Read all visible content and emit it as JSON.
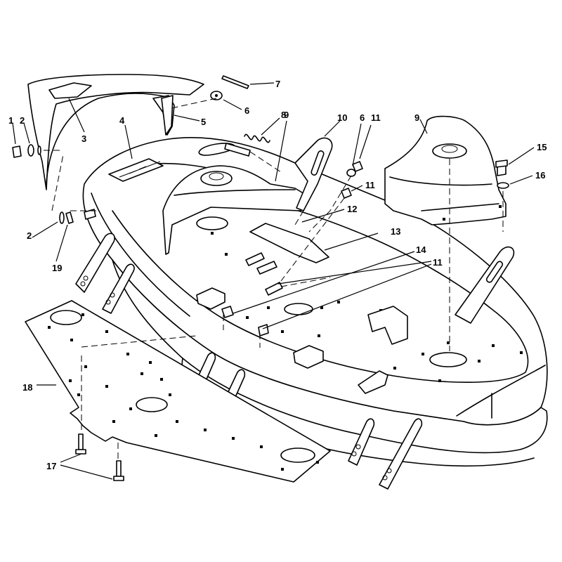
{
  "callouts": [
    {
      "id": "c1",
      "label": "1"
    },
    {
      "id": "c2a",
      "label": "2"
    },
    {
      "id": "c3",
      "label": "3"
    },
    {
      "id": "c4",
      "label": "4"
    },
    {
      "id": "c5",
      "label": "5"
    },
    {
      "id": "c6a",
      "label": "6"
    },
    {
      "id": "c6b",
      "label": "6"
    },
    {
      "id": "c7",
      "label": "7"
    },
    {
      "id": "c8",
      "label": "8"
    },
    {
      "id": "c9a",
      "label": "9"
    },
    {
      "id": "c9b",
      "label": "9"
    },
    {
      "id": "c10",
      "label": "10"
    },
    {
      "id": "c11a",
      "label": "11"
    },
    {
      "id": "c11b",
      "label": "11"
    },
    {
      "id": "c11c",
      "label": "11"
    },
    {
      "id": "c12",
      "label": "12"
    },
    {
      "id": "c13",
      "label": "13"
    },
    {
      "id": "c14",
      "label": "14"
    },
    {
      "id": "c15",
      "label": "15"
    },
    {
      "id": "c16",
      "label": "16"
    },
    {
      "id": "c17",
      "label": "17"
    },
    {
      "id": "c18",
      "label": "18"
    },
    {
      "id": "c19",
      "label": "19"
    },
    {
      "id": "c2b",
      "label": "2"
    }
  ],
  "parts": {
    "discharge_chute": "3",
    "mower_deck": "4",
    "belt_guard_left": "9",
    "belt_guard_right": "9",
    "baffle_plate": "18"
  }
}
